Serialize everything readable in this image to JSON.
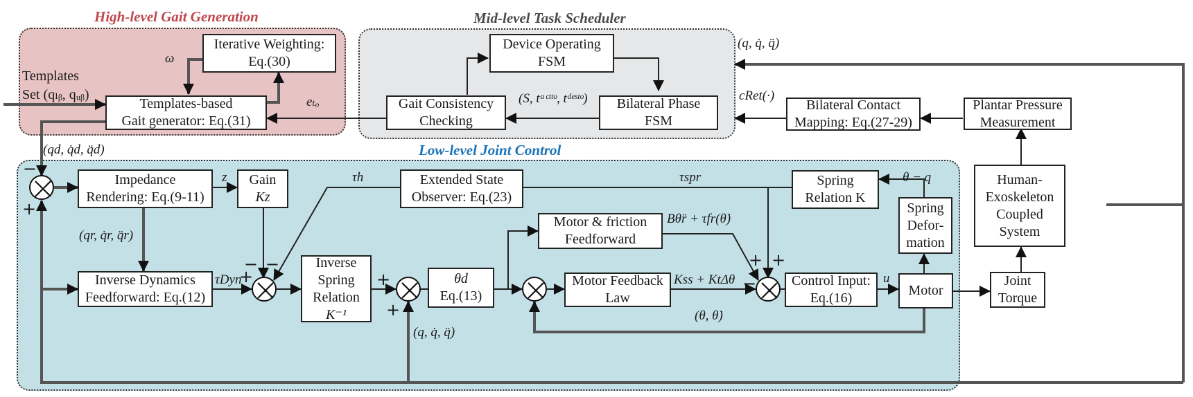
{
  "regions": {
    "high": {
      "title": "High-level Gait Generation",
      "color": "#c0474b",
      "fill": "#e8c3c3"
    },
    "mid": {
      "title": "Mid-level Task Scheduler",
      "color": "#4a4a4a",
      "fill": "#e6e7e9"
    },
    "low": {
      "title": "Low-level Joint Control",
      "color": "#1b74b8",
      "fill": "#c4e0e7"
    }
  },
  "blocks": {
    "iterative_weighting": [
      "Iterative Weighting:",
      "Eq.(30)"
    ],
    "templates_gait": [
      "Templates-based",
      "Gait generator: Eq.(31)"
    ],
    "device_fsm": [
      "Device Operating",
      "FSM"
    ],
    "gait_consistency": [
      "Gait Consistency",
      "Checking"
    ],
    "bilateral_phase": [
      "Bilateral Phase",
      "FSM"
    ],
    "bilateral_contact": [
      "Bilateral Contact",
      "Mapping: Eq.(27-29)"
    ],
    "plantar_pressure": [
      "Plantar Pressure",
      "Measurement"
    ],
    "impedance": [
      "Impedance",
      "Rendering: Eq.(9-11)"
    ],
    "gain": [
      "Gain",
      "Kz"
    ],
    "eso": [
      "Extended State",
      "Observer: Eq.(23)"
    ],
    "spring_relation": [
      "Spring",
      "Relation K"
    ],
    "spring_deformation": [
      "Spring",
      "Defor-",
      "mation"
    ],
    "human_exo": [
      "Human-",
      "Exoskeleton",
      "Coupled",
      "System"
    ],
    "motor_friction": [
      "Motor & friction",
      "Feedforward"
    ],
    "inverse_dynamics": [
      "Inverse Dynamics",
      "Feedforward: Eq.(12)"
    ],
    "inverse_spring": [
      "Inverse",
      "Spring",
      "Relation",
      "K⁻¹"
    ],
    "theta_d": [
      "θd",
      "Eq.(13)"
    ],
    "motor_feedback": [
      "Motor Feedback",
      "Law"
    ],
    "control_input": [
      "Control Input:",
      "Eq.(16)"
    ],
    "motor": [
      "Motor"
    ],
    "joint_torque": [
      "Joint",
      "Torque"
    ]
  },
  "labels": {
    "templates_set_1": "Templates",
    "templates_set_2": "Set (qₗᵦ, qᵤᵦ)",
    "omega": "ω",
    "e_to": "eₜₒ",
    "s_tact_tdes": "(S, tᵃᶜᵗᵗᵒ, tᵈᵉˢᵗᵒ)",
    "q_qd_qdd_top": "(q, q̇, q̈)",
    "cret": "cRet(·)",
    "qd_set": "(qd, q̇d, q̈d)",
    "z": "z",
    "tau_h": "τh",
    "tau_spr": "τspr",
    "theta_minus_q": "θ − q",
    "qr_set": "(qr, q̇r, q̈r)",
    "b_theta": "Bθ̈r + τfr(θ̇)",
    "tau_dyn": "τDyn",
    "ks_kt": "Kss + KtΔθ",
    "u": "u",
    "theta_set": "(θ, θ̇)",
    "q_set_bottom": "(q, q̇, q̈)"
  },
  "signs": {
    "plus": "+",
    "minus": "−"
  }
}
